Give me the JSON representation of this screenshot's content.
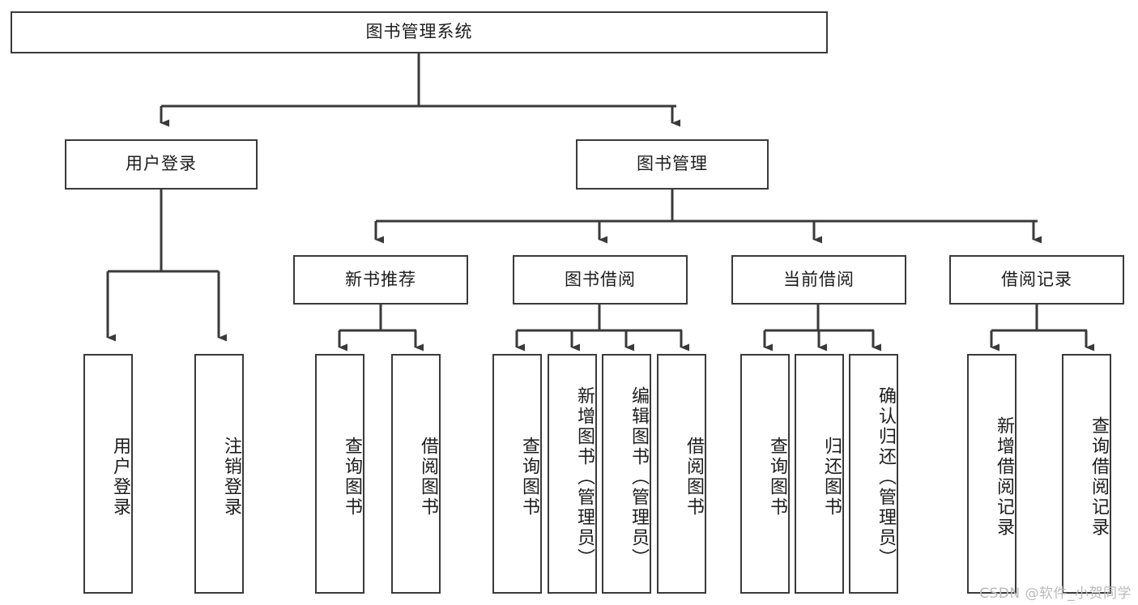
{
  "diagram": {
    "type": "tree",
    "title": "图书管理系统",
    "orientation": "top-down",
    "colors": {
      "background": "#ffffff",
      "node_fill": "#ffffff",
      "node_border": "#3a3a3a",
      "edge": "#3a3a3a",
      "text": "#1c1c1c",
      "watermark": "#b9b9b9"
    },
    "nodes": {
      "root": {
        "label": "图书管理系统",
        "level": 1
      },
      "l2": [
        {
          "id": "user-login",
          "label": "用户登录"
        },
        {
          "id": "book-manage",
          "label": "图书管理"
        }
      ],
      "l3": [
        {
          "id": "new-book-recommend",
          "label": "新书推荐",
          "parent": "book-manage"
        },
        {
          "id": "book-borrow",
          "label": "图书借阅",
          "parent": "book-manage"
        },
        {
          "id": "current-borrow",
          "label": "当前借阅",
          "parent": "book-manage"
        },
        {
          "id": "borrow-record",
          "label": "借阅记录",
          "parent": "book-manage"
        }
      ],
      "leaves": {
        "user_login": [
          {
            "id": "leaf-user-login",
            "label": "用户登录"
          },
          {
            "id": "leaf-user-logout",
            "label": "注销登录"
          }
        ],
        "new_book_recommend": [
          {
            "id": "leaf-query-book-1",
            "label": "查询图书"
          },
          {
            "id": "leaf-borrow-book-1",
            "label": "借阅图书"
          }
        ],
        "book_borrow": [
          {
            "id": "leaf-query-book-2",
            "label": "查询图书"
          },
          {
            "id": "leaf-add-book",
            "label": "新增图书（管理员）"
          },
          {
            "id": "leaf-edit-book",
            "label": "编辑图书（管理员）"
          },
          {
            "id": "leaf-borrow-book-2",
            "label": "借阅图书"
          }
        ],
        "current_borrow": [
          {
            "id": "leaf-query-book-3",
            "label": "查询图书"
          },
          {
            "id": "leaf-return-book",
            "label": "归还图书"
          },
          {
            "id": "leaf-confirm-return",
            "label": "确认归还（管理员）"
          }
        ],
        "borrow_record": [
          {
            "id": "leaf-add-record",
            "label": "新增借阅记录"
          },
          {
            "id": "leaf-query-record",
            "label": "查询借阅记录"
          }
        ]
      }
    }
  },
  "watermark": {
    "text": "CSDN @软件_小贺同学"
  }
}
